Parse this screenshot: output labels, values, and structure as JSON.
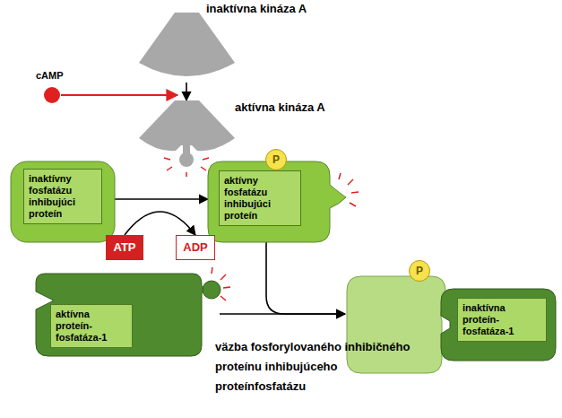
{
  "diagram": {
    "nodes": [
      {
        "text": [
          "inaktívna kináza A"
        ]
      },
      {
        "text": [
          "cAMP"
        ]
      },
      {
        "text": [
          "aktívna kináza A"
        ]
      },
      {
        "text": [
          "inaktívny fosfatázu inhibujúci proteín"
        ]
      },
      {
        "text": [
          "aktívny fosfatázu inhibujúci proteín",
          "P"
        ]
      },
      {
        "text": [
          "ATP"
        ]
      },
      {
        "text": [
          "ADP"
        ]
      },
      {
        "text": [
          "aktívna proteín-fosfatáza-1"
        ]
      },
      {
        "text": [
          "P"
        ]
      },
      {
        "text": [
          "inaktívna proteín-fosfatáza-1"
        ]
      }
    ],
    "edges": [
      {
        "from": 0,
        "to": 2,
        "arrow": "to"
      },
      {
        "from": 3,
        "to": 4,
        "arrow": "to"
      },
      {
        "from": 5,
        "to": 6,
        "arrow": "to"
      },
      {
        "from": 4,
        "to": 8,
        "arrow": "to"
      },
      {
        "from": 7,
        "to": 8,
        "arrow": "to"
      }
    ],
    "labels": [
      "väzba fosforylovaného inhibičného proteínu inhibujúceho proteínfosfatázu"
    ]
  }
}
